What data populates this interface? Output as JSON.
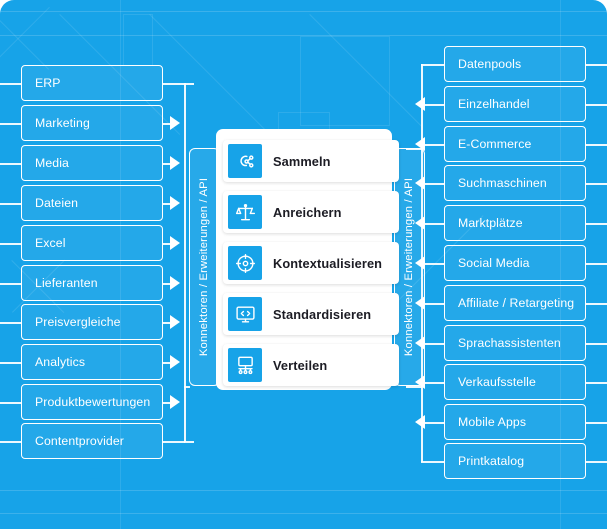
{
  "colors": {
    "canvas_blue": "#17a3e8",
    "panel_white": "#ffffff",
    "label_dark": "#1c1c24"
  },
  "left_column": {
    "name": "data-sources",
    "items": [
      {
        "label": "ERP"
      },
      {
        "label": "Marketing"
      },
      {
        "label": "Media"
      },
      {
        "label": "Dateien"
      },
      {
        "label": "Excel"
      },
      {
        "label": "Lieferanten"
      },
      {
        "label": "Preisvergleiche"
      },
      {
        "label": "Analytics"
      },
      {
        "label": "Produktbewertungen"
      },
      {
        "label": "Contentprovider"
      }
    ]
  },
  "right_column": {
    "name": "output-channels",
    "items": [
      {
        "label": "Datenpools"
      },
      {
        "label": "Einzelhandel"
      },
      {
        "label": "E-Commerce"
      },
      {
        "label": "Suchmaschinen"
      },
      {
        "label": "Marktplätze"
      },
      {
        "label": "Social Media"
      },
      {
        "label": "Affiliate / Retargeting"
      },
      {
        "label": "Sprachassistenten"
      },
      {
        "label": "Verkaufsstelle"
      },
      {
        "label": "Mobile Apps"
      },
      {
        "label": "Printkatalog"
      }
    ]
  },
  "connectors": {
    "left_label": "Konnektoren / Erweiterungen / API",
    "right_label": "Konnektoren / Erweiterungen / API"
  },
  "center_panel": {
    "steps": [
      {
        "label": "Sammeln",
        "icon": "collect-share-icon"
      },
      {
        "label": "Anreichern",
        "icon": "scales-balance-icon"
      },
      {
        "label": "Kontextualisieren",
        "icon": "crosshair-target-icon"
      },
      {
        "label": "Standardisieren",
        "icon": "monitor-code-icon"
      },
      {
        "label": "Verteilen",
        "icon": "monitor-network-icon"
      }
    ]
  }
}
